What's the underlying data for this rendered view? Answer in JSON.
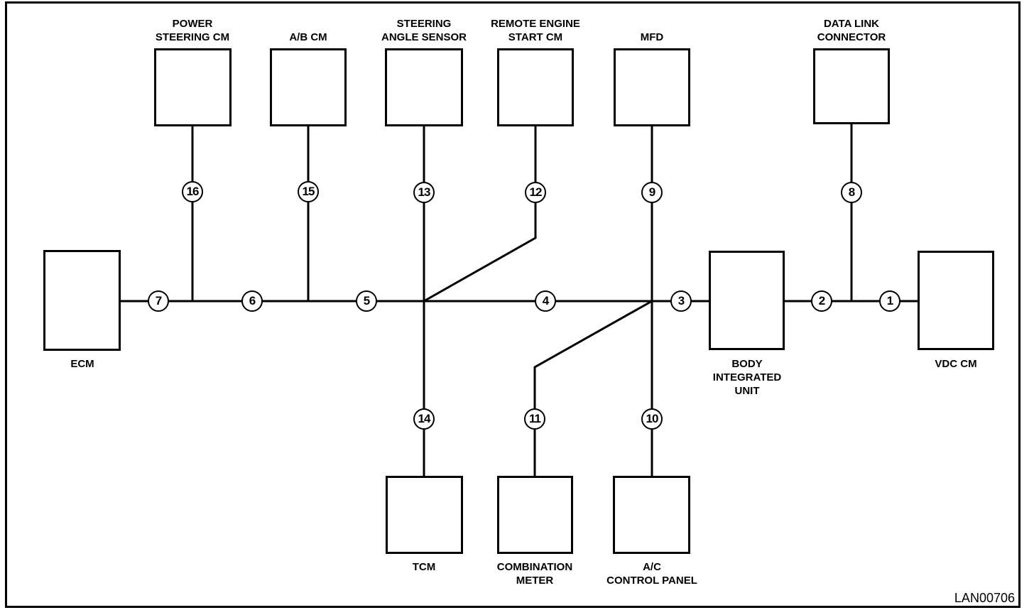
{
  "figure": {
    "code_label": "LAN00706"
  },
  "colors": {
    "ink": "#000000",
    "paper": "#ffffff"
  },
  "nodes": {
    "power_steering_cm": {
      "lines": [
        "POWER",
        "STEERING CM"
      ]
    },
    "ab_cm": {
      "lines": [
        "A/B CM"
      ]
    },
    "steering_angle_sensor": {
      "lines": [
        "STEERING",
        "ANGLE SENSOR"
      ]
    },
    "remote_engine_start_cm": {
      "lines": [
        "REMOTE ENGINE",
        "START CM"
      ]
    },
    "mfd": {
      "lines": [
        "MFD"
      ]
    },
    "data_link_connector": {
      "lines": [
        "DATA LINK",
        "CONNECTOR"
      ]
    },
    "ecm": {
      "lines": [
        "ECM"
      ]
    },
    "body_integrated_unit": {
      "lines": [
        "BODY",
        "INTEGRATED",
        "UNIT"
      ]
    },
    "vdc_cm": {
      "lines": [
        "VDC CM"
      ]
    },
    "tcm": {
      "lines": [
        "TCM"
      ]
    },
    "combination_meter": {
      "lines": [
        "COMBINATION",
        "METER"
      ]
    },
    "ac_control_panel": {
      "lines": [
        "A/C",
        "CONTROL PANEL"
      ]
    }
  },
  "connectors": {
    "n1": "1",
    "n2": "2",
    "n3": "3",
    "n4": "4",
    "n5": "5",
    "n6": "6",
    "n7": "7",
    "n8": "8",
    "n9": "9",
    "n10": "10",
    "n11": "11",
    "n12": "12",
    "n13": "13",
    "n14": "14",
    "n15": "15",
    "n16": "16"
  }
}
